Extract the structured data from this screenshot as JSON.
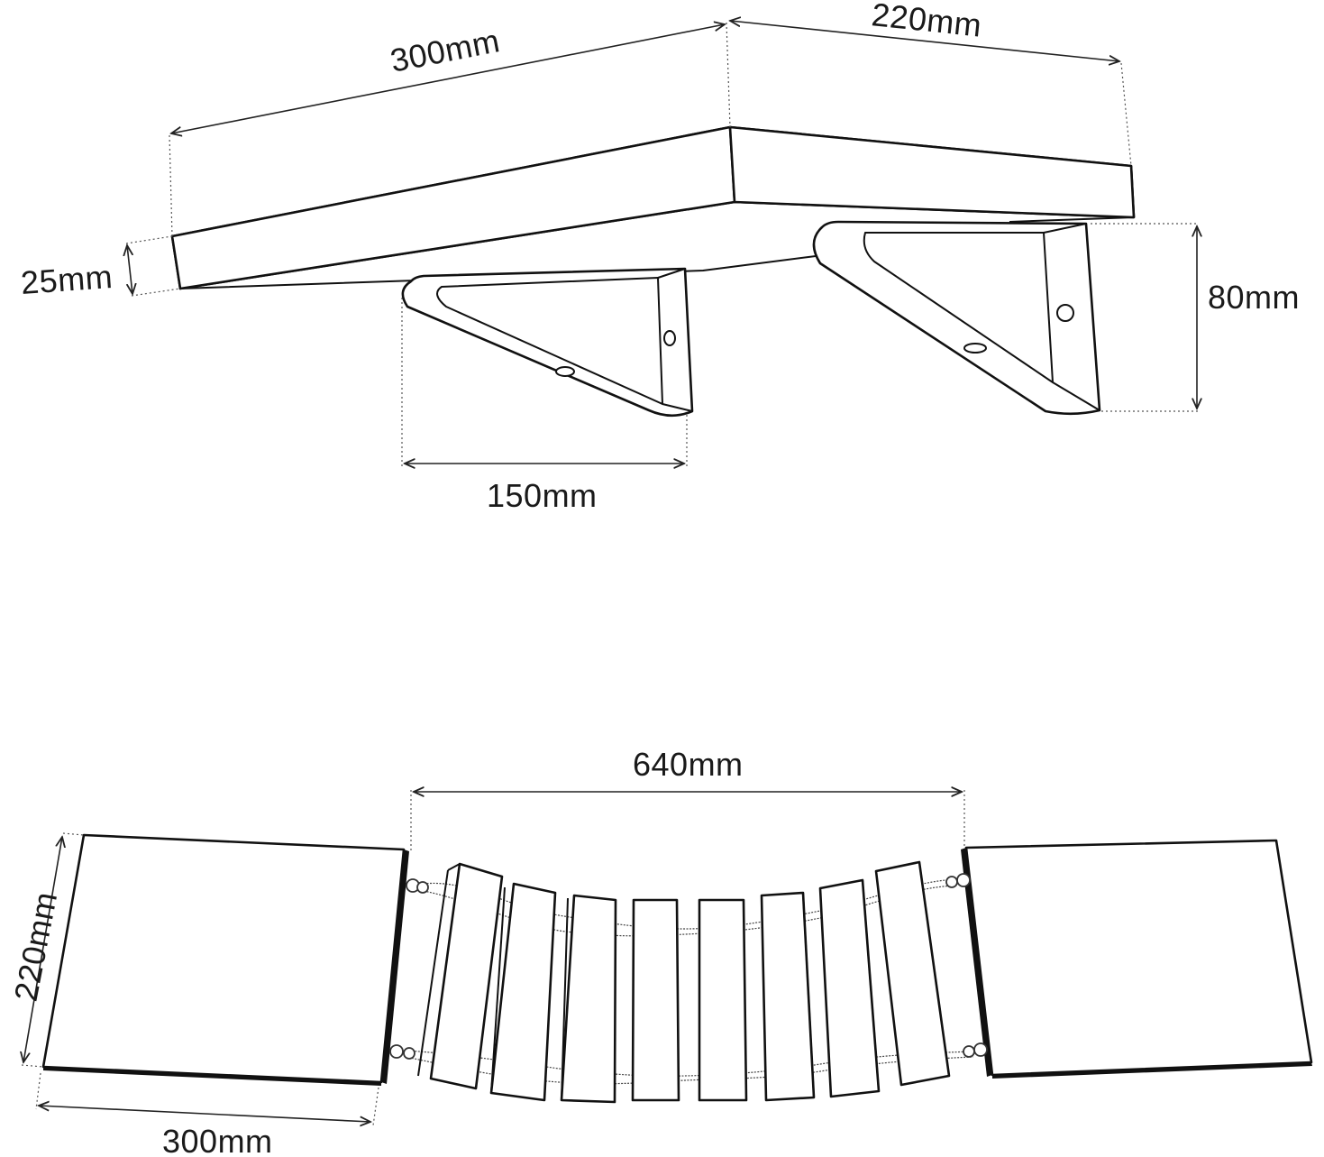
{
  "colors": {
    "line": "#111111",
    "dimension": "#222222",
    "background": "#ffffff"
  },
  "shelf_view": {
    "length_label": "300mm",
    "depth_label": "220mm",
    "thickness_label": "25mm",
    "bracket_height_label": "80mm",
    "bracket_depth_label": "150mm"
  },
  "bridge_view": {
    "bridge_length_label": "640mm",
    "platform_depth_label": "220mm",
    "platform_width_label": "300mm",
    "slat_count": 8
  }
}
